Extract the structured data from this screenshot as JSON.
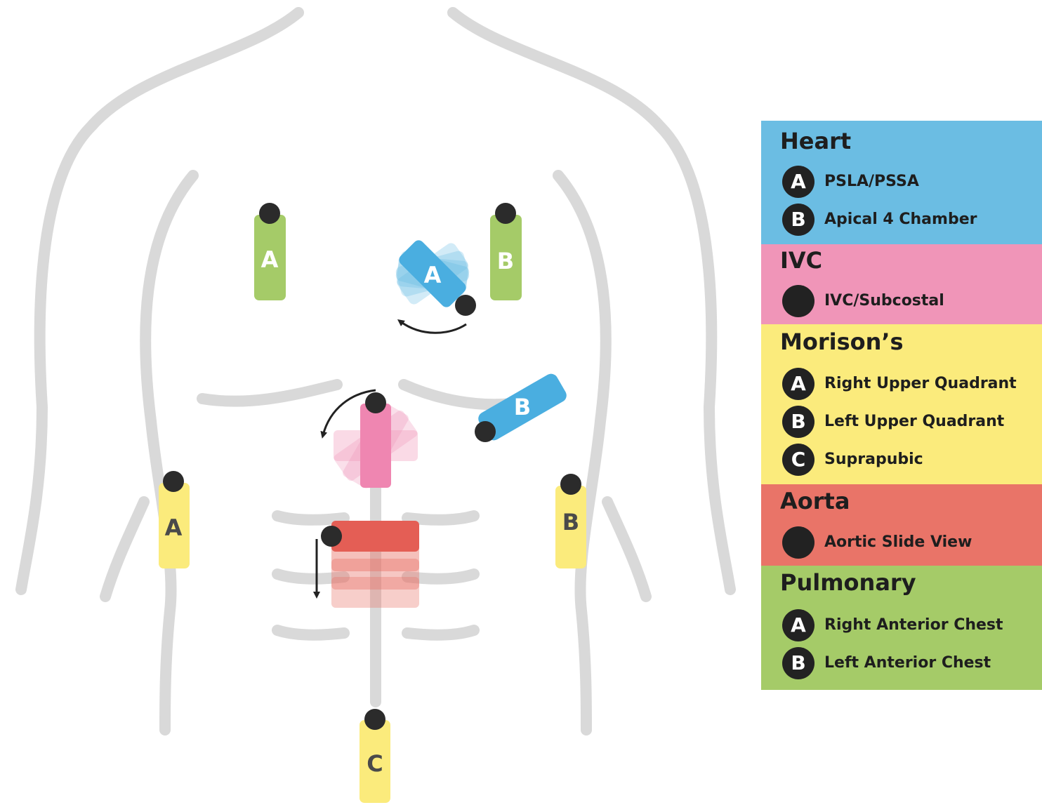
{
  "probe_labels": {
    "heart_a": "A",
    "heart_b": "B",
    "pulmonary_a": "A",
    "pulmonary_b": "B",
    "morison_a": "A",
    "morison_b": "B",
    "morison_c": "C",
    "morison_b_lower": "B"
  },
  "colors": {
    "heart": "#6bbde3",
    "ivc": "#f095b8",
    "morison": "#fbeb7c",
    "aorta": "#e97468",
    "pulmonary": "#a5cb68",
    "outline": "#d9d9d9",
    "probe_dot": "#2b2b2b"
  },
  "legend": {
    "sections": [
      {
        "title": "Heart",
        "items": [
          {
            "badge": "A",
            "label": "PSLA/PSSA"
          },
          {
            "badge": "B",
            "label": "Apical 4 Chamber"
          }
        ]
      },
      {
        "title": "IVC",
        "items": [
          {
            "badge": "",
            "label": "IVC/Subcostal"
          }
        ]
      },
      {
        "title": "Morison’s",
        "items": [
          {
            "badge": "A",
            "label": "Right Upper Quadrant"
          },
          {
            "badge": "B",
            "label": "Left Upper Quadrant"
          },
          {
            "badge": "C",
            "label": "Suprapubic"
          }
        ]
      },
      {
        "title": "Aorta",
        "items": [
          {
            "badge": "",
            "label": "Aortic Slide View"
          }
        ]
      },
      {
        "title": "Pulmonary",
        "items": [
          {
            "badge": "A",
            "label": "Right Anterior Chest"
          },
          {
            "badge": "B",
            "label": "Left Anterior Chest"
          }
        ]
      }
    ]
  }
}
